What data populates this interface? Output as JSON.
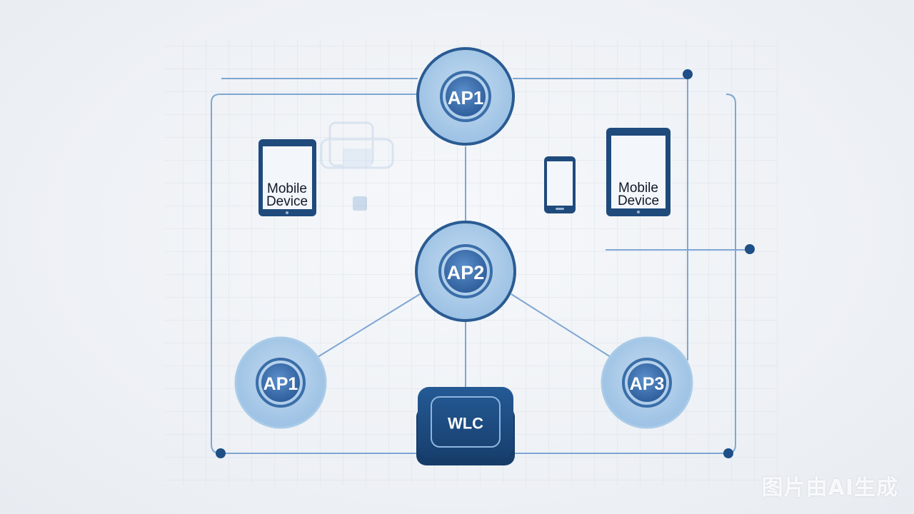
{
  "diagram": {
    "nodes": {
      "ap1_top": "AP1",
      "ap2_center": "AP2",
      "ap1_left": "AP1",
      "ap3_right": "AP3",
      "wlc": "WLC"
    },
    "devices": {
      "tablet_left": [
        "Mobile",
        "Device"
      ],
      "tablet_right": [
        "Mobile",
        "Device"
      ]
    }
  },
  "watermark": "图片由AI生成",
  "colors": {
    "ap_fill": "#a9cbe8",
    "ap_ring": "#2f5f96",
    "ap_core": "#3e73b2",
    "wlc_fill": "#1d4e86",
    "line": "#6d98c8",
    "dot": "#1e4f86",
    "device_frame": "#1f4a7c"
  },
  "icons": [
    "tablet-icon",
    "smartphone-icon",
    "wlc-controller-icon",
    "access-point-icon"
  ]
}
